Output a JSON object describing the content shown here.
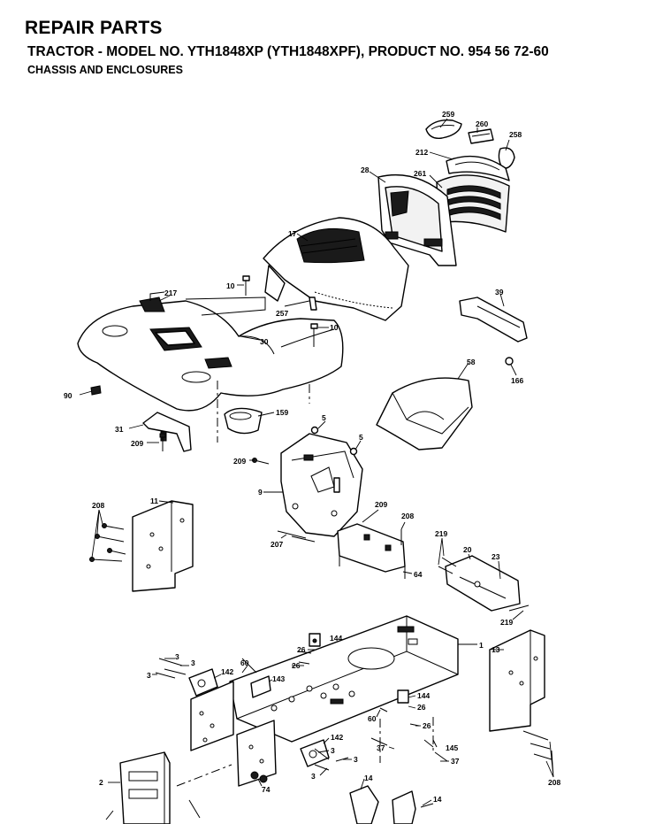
{
  "header": {
    "title": "REPAIR PARTS",
    "subtitle": "TRACTOR - MODEL NO. YTH1848XP (YTH1848XPF), PRODUCT NO. 954 56 72-60",
    "section": "CHASSIS AND ENCLOSURES"
  },
  "labels": {
    "l259": "259",
    "l260": "260",
    "l258": "258",
    "l212": "212",
    "l28": "28",
    "l261": "261",
    "l17": "17",
    "l10a": "10",
    "l217": "217",
    "l257": "257",
    "l30": "30",
    "l10b": "10",
    "l39": "39",
    "l90": "90",
    "l166": "166",
    "l58": "58",
    "l159": "159",
    "l31": "31",
    "l209a": "209",
    "l5a": "5",
    "l5b": "5",
    "l209b": "209",
    "l9": "9",
    "l11": "11",
    "l208a": "208",
    "l209c": "209",
    "l208b": "208",
    "l207": "207",
    "l64": "64",
    "l219a": "219",
    "l20": "20",
    "l23": "23",
    "l219b": "219",
    "l1": "1",
    "l13": "13",
    "l144a": "144",
    "l26a": "26",
    "l26b": "26",
    "l3a": "3",
    "l3b": "3",
    "l3c": "3",
    "l60a": "60",
    "l142a": "142",
    "l143": "143",
    "l144b": "144",
    "l26c": "26",
    "l60b": "60",
    "l26d": "26",
    "l142b": "142",
    "l37a": "37",
    "l145": "145",
    "l3d": "3",
    "l3e": "3",
    "l3f": "3",
    "l37b": "37",
    "l2": "2",
    "l74": "74",
    "l14a": "14",
    "l14b": "14",
    "l208c": "208"
  }
}
